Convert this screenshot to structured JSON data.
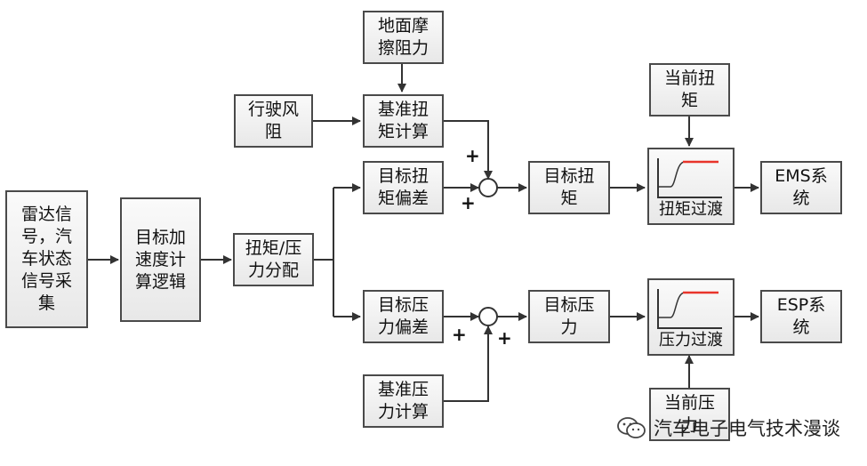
{
  "blocks": {
    "radar": "雷达信\n号，汽\n车状态\n信号采\n集",
    "target_accel": "目标加\n速度计\n算逻辑",
    "torque_split": "扭矩/压\n力分配",
    "ground_friction": "地面摩\n擦阻力",
    "air_drag": "行驶风\n阻",
    "base_torque": "基准扭\n矩计算",
    "torque_dev": "目标扭\n矩偏差",
    "target_torque": "目标扭\n矩",
    "current_torque": "当前扭\n矩",
    "torque_transition": "扭矩过渡",
    "ems": "EMS系\n统",
    "pressure_dev": "目标压\n力偏差",
    "target_pressure": "目标压\n力",
    "base_pressure": "基准压\n力计算",
    "current_pressure": "当前压\n力",
    "pressure_transition": "压力过渡",
    "esp": "ESP系\n统"
  },
  "signs": {
    "plus": "+"
  },
  "watermark": "汽车电子电气技术漫谈",
  "colors": {
    "wire": "#333333",
    "border": "#4a4a4a",
    "curve": "#e8342a"
  }
}
